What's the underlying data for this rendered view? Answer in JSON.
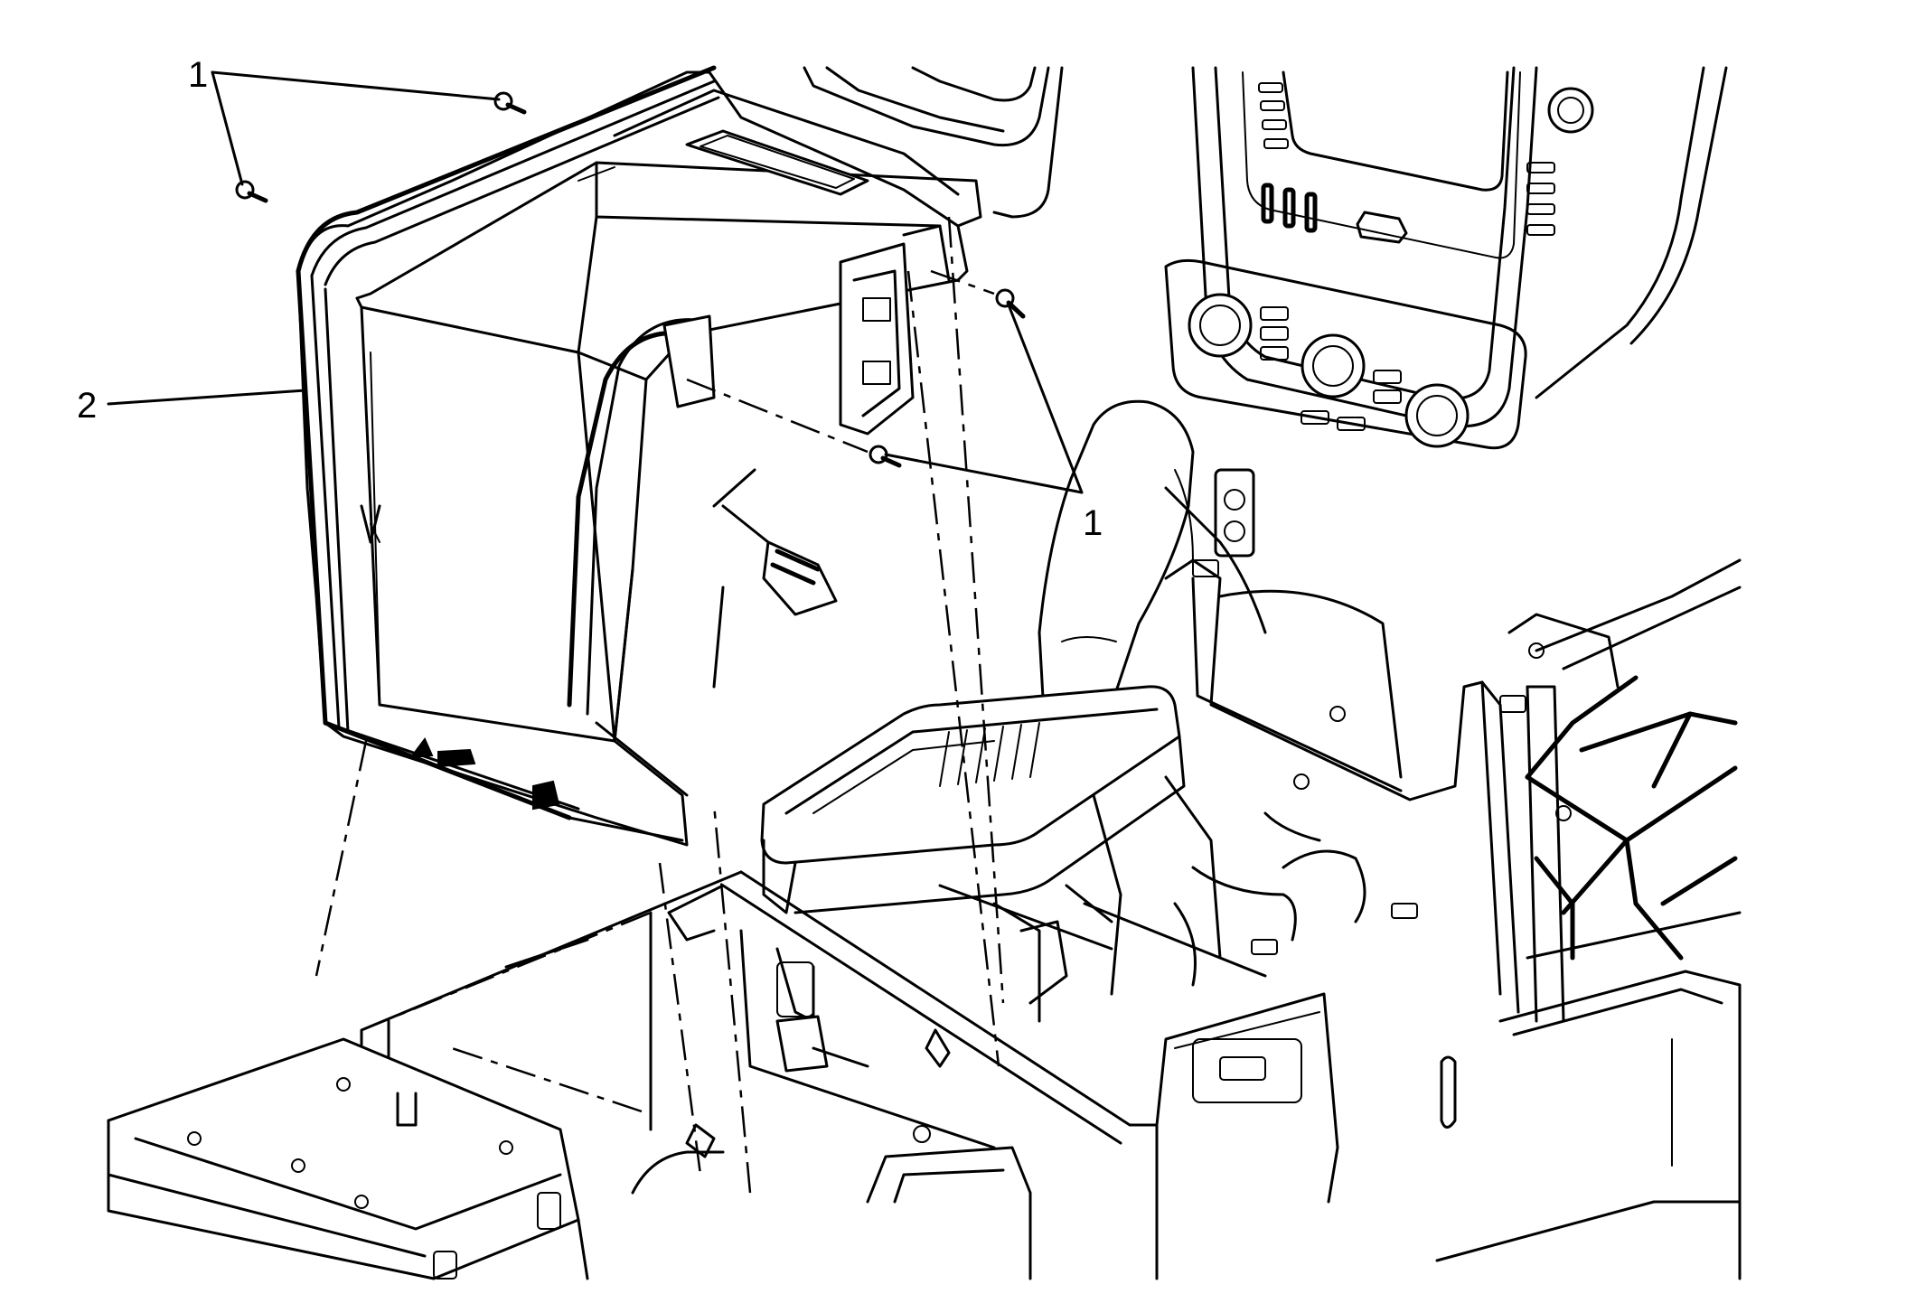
{
  "callouts": [
    {
      "id": "screws-top-left",
      "label": "1"
    },
    {
      "id": "console-cover",
      "label": "2"
    },
    {
      "id": "screws-right",
      "label": "1"
    }
  ]
}
